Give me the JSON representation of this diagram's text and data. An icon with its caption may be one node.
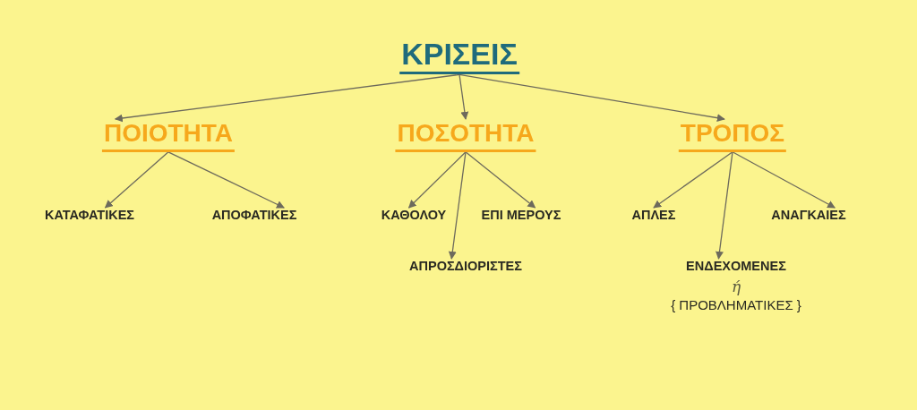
{
  "diagram": {
    "nodes": [
      {
        "text": [
          "ΚΡΙΣΕΙΣ"
        ]
      },
      {
        "text": [
          "ΠΟΙΟΤΗΤΑ"
        ]
      },
      {
        "text": [
          "ΠΟΣΟΤΗΤΑ"
        ]
      },
      {
        "text": [
          "ΤΡΟΠΟΣ"
        ]
      },
      {
        "text": [
          "ΚΑΤΑΦΑΤΙΚΕΣ"
        ]
      },
      {
        "text": [
          "ΑΠΟΦΑΤΙΚΕΣ"
        ]
      },
      {
        "text": [
          "ΚΑΘΟΛΟΥ"
        ]
      },
      {
        "text": [
          "ΕΠΙ ΜΕΡΟΥΣ"
        ]
      },
      {
        "text": [
          "ΑΠΡΟΣΔΙΟΡΙΣΤΕΣ"
        ]
      },
      {
        "text": [
          "ΑΠΛΕΣ"
        ]
      },
      {
        "text": [
          "ΑΝΑΓΚΑΙΕΣ"
        ]
      },
      {
        "text": [
          "ΕΝΔΕΧΟΜΕΝΕΣ"
        ],
        "beside": [
          "ή",
          "{ ΠΡΟΒΛΗΜΑΤΙΚΕΣ }"
        ]
      }
    ],
    "edges": [
      {
        "from": 0,
        "to": 1,
        "arrow": "to"
      },
      {
        "from": 0,
        "to": 2,
        "arrow": "to"
      },
      {
        "from": 0,
        "to": 3,
        "arrow": "to"
      },
      {
        "from": 1,
        "to": 4,
        "arrow": "to"
      },
      {
        "from": 1,
        "to": 5,
        "arrow": "to"
      },
      {
        "from": 2,
        "to": 6,
        "arrow": "to"
      },
      {
        "from": 2,
        "to": 7,
        "arrow": "to"
      },
      {
        "from": 2,
        "to": 8,
        "arrow": "to"
      },
      {
        "from": 3,
        "to": 9,
        "arrow": "to"
      },
      {
        "from": 3,
        "to": 10,
        "arrow": "to"
      },
      {
        "from": 3,
        "to": 11,
        "arrow": "to"
      }
    ]
  }
}
